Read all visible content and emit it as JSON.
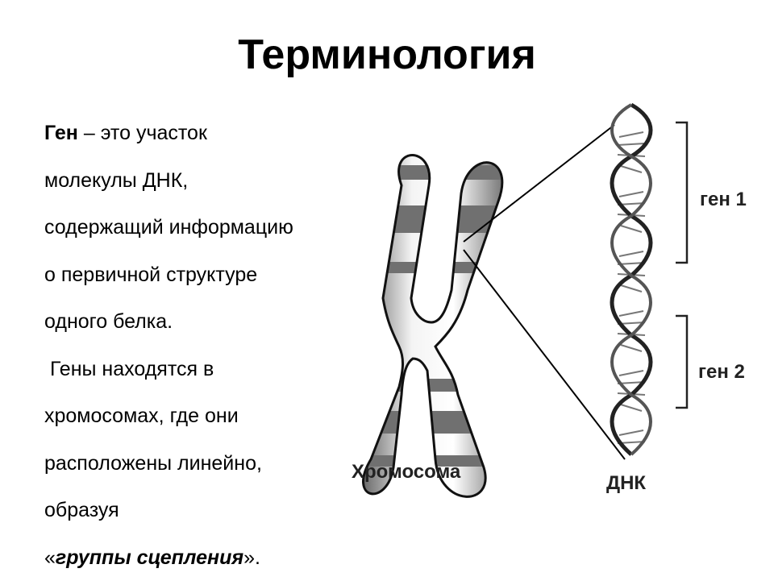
{
  "title": "Терминология",
  "text": {
    "line1_term": "Ген",
    "line1_rest": " – это участок",
    "line2": "молекулы ДНК,",
    "line3": "содержащий информацию",
    "line4": "о  первичной структуре",
    "line5": "одного белка.",
    "line6": " Гены находятся в",
    "line7": "хромосомах, где они",
    "line8": "расположены линейно,",
    "line9": "образуя",
    "line10_open": "«",
    "line10_term": "группы сцепления",
    "line10_close": "»."
  },
  "figure": {
    "chromosome_label": "Хромосома",
    "dna_label": "ДНК",
    "gene1_label": "ген 1",
    "gene2_label": "ген 2"
  }
}
